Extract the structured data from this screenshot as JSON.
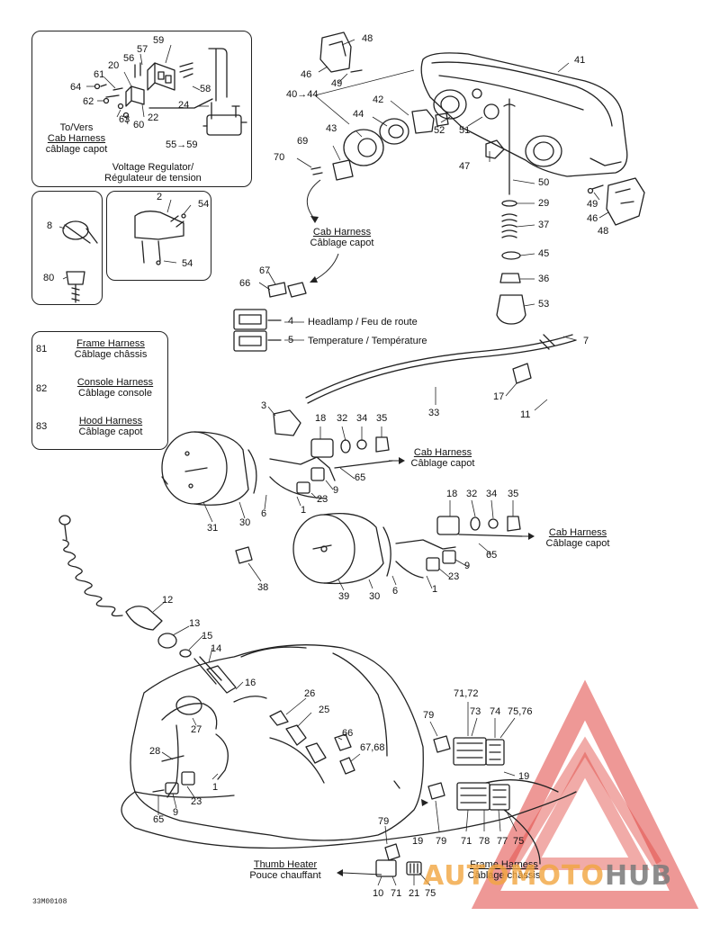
{
  "legend": {
    "voltage_regulator": {
      "line1": "Voltage Regulator/",
      "line2": "Régulateur de tension"
    },
    "to_cab_harness": {
      "line1": "To/Vers",
      "line2": "Cab Harness",
      "line3": "câblage capot"
    },
    "cab_harness_1": {
      "en": "Cab Harness",
      "fr": "Câblage capot"
    },
    "cab_harness_2": {
      "en": "Cab Harness",
      "fr": "Câblage capot"
    },
    "cab_harness_3": {
      "en": "Cab Harness",
      "fr": "Câblage capot"
    },
    "headlamp": "Headlamp / Feu de route",
    "temperature": "Temperature / Température",
    "frame_harness_legend": {
      "num": "81",
      "en": "Frame Harness",
      "fr": "Câblage châssis"
    },
    "console_harness_legend": {
      "num": "82",
      "en": "Console Harness",
      "fr": "Câblage console"
    },
    "hood_harness_legend": {
      "num": "83",
      "en": "Hood Harness",
      "fr": "Câblage capot"
    },
    "thumb_heater": {
      "en": "Thumb Heater",
      "fr": "Pouce chauffant"
    },
    "frame_harness_bottom": {
      "en": "Frame Harness",
      "fr": "Câblage châssis"
    }
  },
  "code": "33M00108",
  "watermark": {
    "part1": "AUTOMOTO",
    "part2": "HUB"
  },
  "colors": {
    "line": "#222222",
    "watermark_red": "#e0443f",
    "watermark_orange": "#f2a640",
    "watermark_gray": "#7a7a7a"
  },
  "callouts": {
    "c59": "59",
    "c57": "57",
    "c56": "56",
    "c20": "20",
    "c61": "61",
    "c64": "64",
    "c62": "62",
    "c58": "58",
    "c63": "63",
    "c60": "60",
    "c22": "22",
    "c24": "24",
    "c5559": "55→59",
    "c48a": "48",
    "c46a": "46",
    "c49a": "49",
    "c4044": "40→44",
    "c41": "41",
    "c42": "42",
    "c44": "44",
    "c43": "43",
    "c52": "52",
    "c51": "51",
    "c47": "47",
    "c69": "69",
    "c70": "70",
    "c50": "50",
    "c29": "29",
    "c37": "37",
    "c45": "45",
    "c36": "36",
    "c53": "53",
    "c49b": "49",
    "c46b": "46",
    "c48b": "48",
    "c2": "2",
    "c54a": "54",
    "c54b": "54",
    "c8": "8",
    "c80": "80",
    "c67": "67",
    "c66a": "66",
    "c4": "4",
    "c5": "5",
    "c7": "7",
    "c17": "17",
    "c11": "11",
    "c3": "3",
    "c33": "33",
    "c18a": "18",
    "c32a": "32",
    "c34a": "34",
    "c35a": "35",
    "c65a": "65",
    "c9a": "9",
    "c23a": "23",
    "c1a": "1",
    "c31": "31",
    "c30a": "30",
    "c6a": "6",
    "c18b": "18",
    "c32b": "32",
    "c34b": "34",
    "c35b": "35",
    "c65b": "65",
    "c9b": "9",
    "c23b": "23",
    "c1b": "1",
    "c6b": "6",
    "c30b": "30",
    "c39": "39",
    "c38": "38",
    "c12": "12",
    "c13": "13",
    "c15": "15",
    "c14": "14",
    "c16": "16",
    "c27": "27",
    "c28": "28",
    "c26": "26",
    "c25": "25",
    "c66b": "66",
    "c6768": "67,68",
    "c9c": "9",
    "c23c": "23",
    "c1c": "1",
    "c65c": "65",
    "c79a": "79",
    "c7172": "71,72",
    "c73": "73",
    "c74": "74",
    "c7576": "75,76",
    "c19a": "19",
    "c79b": "79",
    "c71b": "71",
    "c78": "78",
    "c77": "77",
    "c75b": "75",
    "c79c": "79",
    "c19b": "19",
    "c10": "10",
    "c71c": "71",
    "c21": "21",
    "c75c": "75"
  }
}
